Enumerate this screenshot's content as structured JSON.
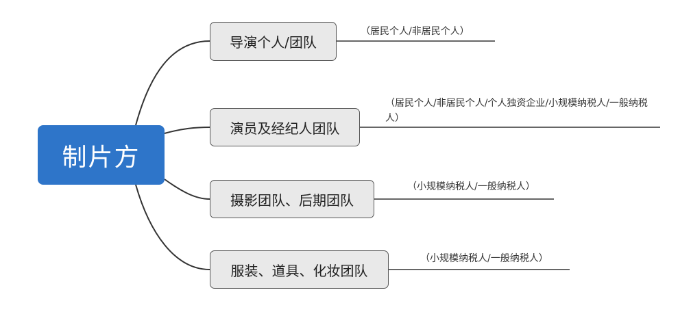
{
  "root": {
    "label": "制片方",
    "color": "#2e75c9"
  },
  "branches": [
    {
      "label": "导演个人/团队",
      "note": "（居民个人/非居民个人）"
    },
    {
      "label": "演员及经纪人团队",
      "note": "（居民个人/非居民个人/个人独资企业/小规模纳税人/一般纳税人）"
    },
    {
      "label": "摄影团队、后期团队",
      "note": "（小规模纳税人/一般纳税人）"
    },
    {
      "label": "服装、道具、化妆团队",
      "note": "（小规模纳税人/一般纳税人）"
    }
  ]
}
